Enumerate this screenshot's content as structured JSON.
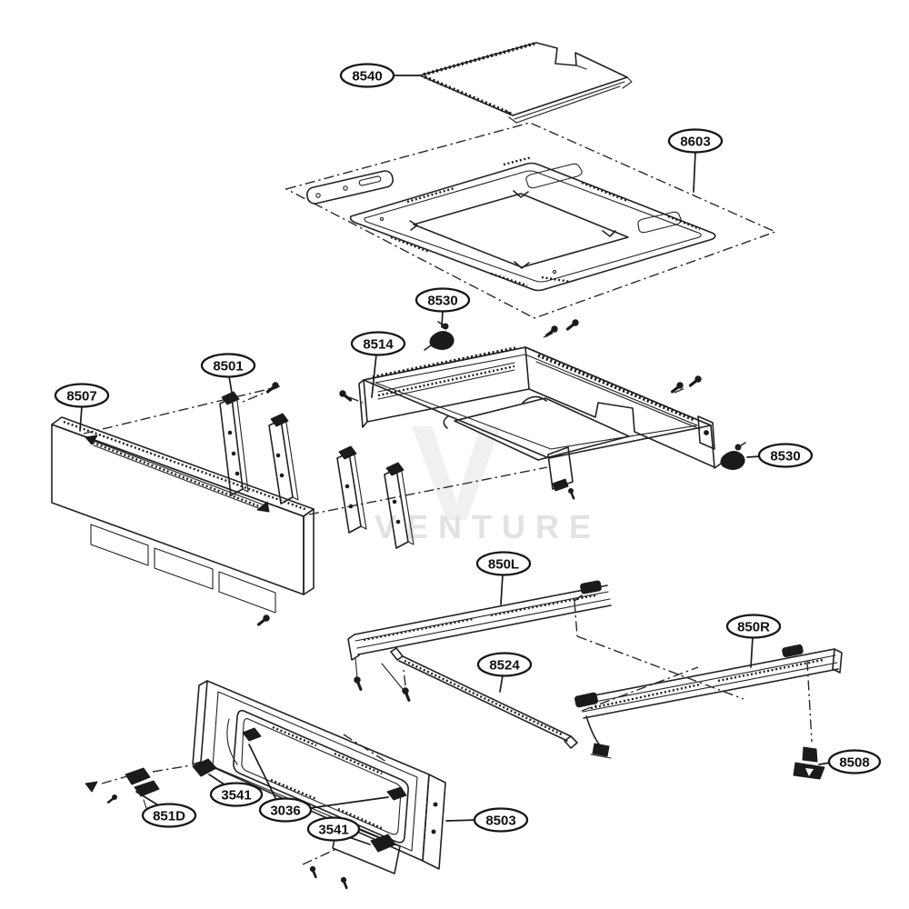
{
  "diagram": {
    "kind": "exploded-parts-diagram",
    "subject": "drawer-assembly",
    "watermark": "VENTURE",
    "watermark_initial": "V",
    "colors": {
      "line": "#222222",
      "background": "#ffffff",
      "watermark": "#e2e2e2"
    },
    "labels": [
      {
        "id": "8540",
        "text": "8540"
      },
      {
        "id": "8603",
        "text": "8603"
      },
      {
        "id": "8530-top",
        "text": "8530"
      },
      {
        "id": "8514",
        "text": "8514"
      },
      {
        "id": "8501",
        "text": "8501"
      },
      {
        "id": "8507",
        "text": "8507"
      },
      {
        "id": "8530-right",
        "text": "8530"
      },
      {
        "id": "850L",
        "text": "850L"
      },
      {
        "id": "850R",
        "text": "850R"
      },
      {
        "id": "8524",
        "text": "8524"
      },
      {
        "id": "8508",
        "text": "8508"
      },
      {
        "id": "851D",
        "text": "851D"
      },
      {
        "id": "3541-left",
        "text": "3541"
      },
      {
        "id": "3036",
        "text": "3036"
      },
      {
        "id": "3541-bottom",
        "text": "3541"
      },
      {
        "id": "8503",
        "text": "8503"
      }
    ]
  }
}
